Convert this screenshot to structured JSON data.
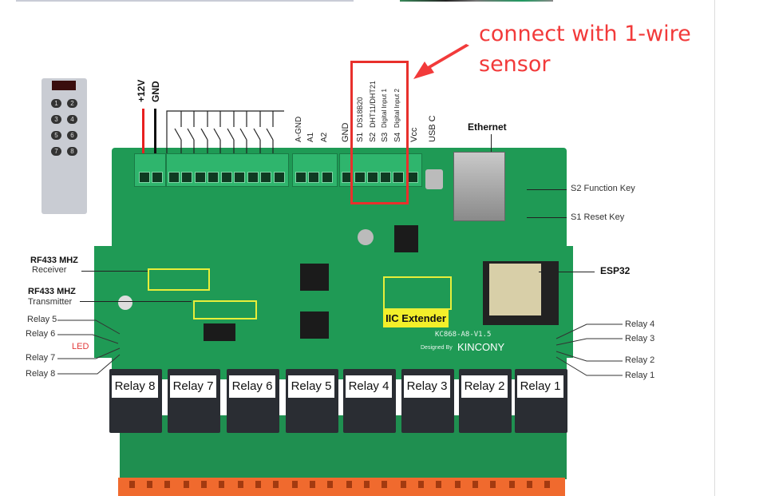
{
  "annotation": {
    "text_line1": "connect with 1-wire",
    "text_line2": "sensor",
    "color": "#f23a3a"
  },
  "remote": {
    "buttons": [
      "1",
      "2",
      "3",
      "4",
      "5",
      "6",
      "7",
      "8"
    ]
  },
  "power_labels": [
    "+12V",
    "GND"
  ],
  "analog_labels": [
    "A-GND",
    "A1",
    "A2"
  ],
  "sensor_terminal": {
    "gnd_label": "GND",
    "pins": [
      {
        "pin": "S1",
        "desc": "DS18B20"
      },
      {
        "pin": "S2",
        "desc": "DHT11/DHT21"
      },
      {
        "pin": "S3",
        "desc": "Digital Input 1"
      },
      {
        "pin": "S4",
        "desc": "Digital Input 2"
      }
    ],
    "vcc_label": "Vcc",
    "usb_label": "USB C"
  },
  "right_labels": {
    "ethernet": "Ethernet",
    "s2": "S2 Function Key",
    "s1": "S1 Reset Key",
    "esp32": "ESP32"
  },
  "left_labels": {
    "rf_receiver_title": "RF433 MHZ",
    "rf_receiver_sub": "Receiver",
    "rf_transmitter_title": "RF433 MHZ",
    "rf_transmitter_sub": "Transmitter",
    "led": "LED",
    "relay_leds_left": [
      "Relay 5",
      "Relay 6",
      "Relay 7",
      "Relay 8"
    ],
    "relay_leds_right": [
      "Relay 4",
      "Relay 3",
      "Relay 2",
      "Relay 1"
    ]
  },
  "board": {
    "iic_label": "IIC Extender",
    "model": "KC868-A8-V1.5",
    "designed_by": "Designed By",
    "brand": "KINCONY"
  },
  "relays": [
    "Relay 8",
    "Relay 7",
    "Relay 6",
    "Relay 5",
    "Relay 4",
    "Relay 3",
    "Relay 2",
    "Relay 1"
  ]
}
